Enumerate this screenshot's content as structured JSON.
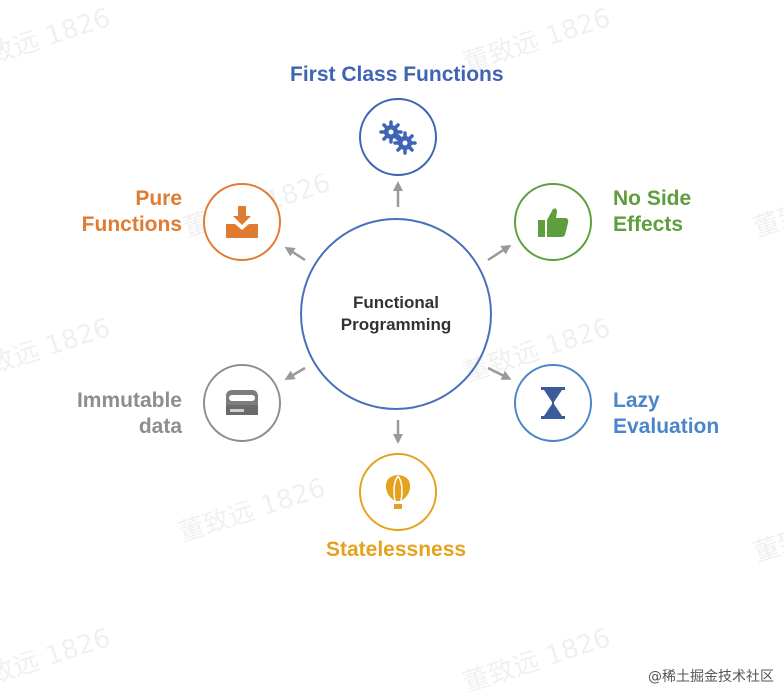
{
  "watermark": "董致远 1826",
  "center": {
    "label": "Functional\nProgramming"
  },
  "nodes": {
    "first_class": {
      "label": "First Class Functions",
      "color": "#3f64b3",
      "icon": "gears-icon"
    },
    "no_side_effects": {
      "label": "No Side\nEffects",
      "color": "#5f9e3c",
      "icon": "thumbs-up-icon"
    },
    "lazy": {
      "label": "Lazy\nEvaluation",
      "color": "#4a86c8",
      "icon": "hourglass-icon"
    },
    "statelessness": {
      "label": "Statelessness",
      "color": "#e5a21e",
      "icon": "hot-air-balloon-icon"
    },
    "immutable": {
      "label": "Immutable\ndata",
      "color": "#8e8e8e",
      "icon": "hard-drive-icon"
    },
    "pure": {
      "label": "Pure\nFunctions",
      "color": "#e07b32",
      "icon": "box-download-icon"
    }
  },
  "credit": "@稀土掘金技术社区"
}
